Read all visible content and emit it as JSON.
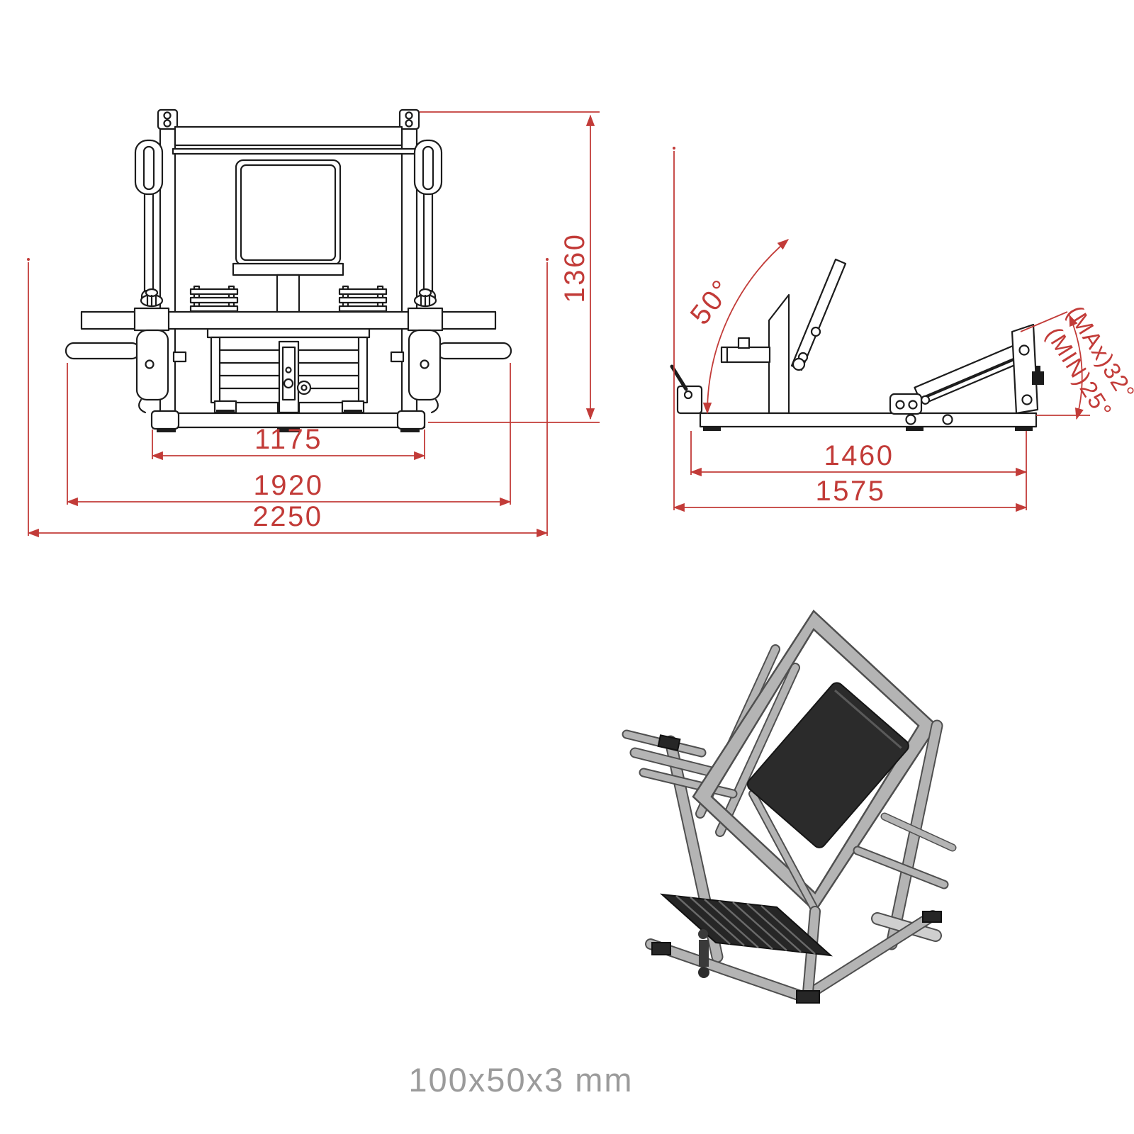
{
  "drawing": {
    "colors": {
      "background": "#ffffff",
      "dimension_red": "#c23b38",
      "line_black": "#1c1c1c",
      "footer_gray": "#9b9b9b",
      "iso_frame_gray": "#b4b4b4",
      "pad_dark": "#2b2b2b"
    },
    "front_view": {
      "dim_inner_width": "1175",
      "dim_mid_width": "1920",
      "dim_overall_width": "2250",
      "dim_height": "1360"
    },
    "side_view": {
      "dim_base_length": "1460",
      "dim_overall_length": "1575",
      "incline_angle": "50°",
      "footplate_angle_max": "(MAx)32°",
      "footplate_angle_min": "(MIN)25°"
    },
    "footer": {
      "tube_profile": "100x50x3 mm"
    }
  }
}
